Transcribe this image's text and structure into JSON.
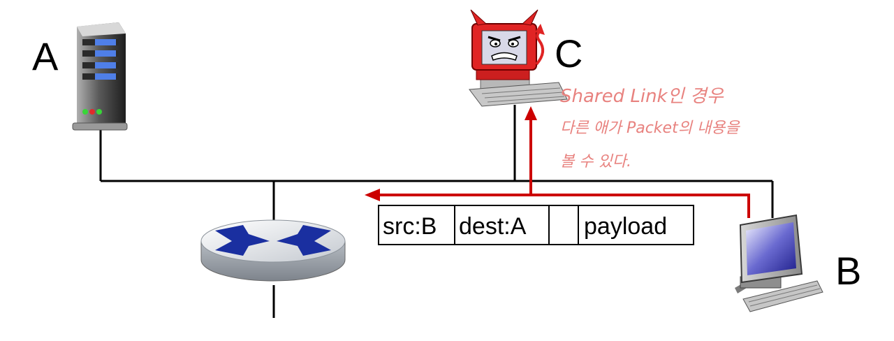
{
  "nodes": {
    "a_label": "A",
    "b_label": "B",
    "c_label": "C"
  },
  "packet": {
    "fields": [
      "src:B",
      "dest:A",
      "",
      "payload"
    ]
  },
  "annotation": {
    "lines": [
      "Shared Link인 경우",
      "다른 애가 Packet의 내용을",
      "볼 수 있다."
    ]
  },
  "colors": {
    "cable": "#000000",
    "packet_path": "#cc0000",
    "annotation": "#e8827f",
    "router_cross": "#1a2fa0"
  }
}
